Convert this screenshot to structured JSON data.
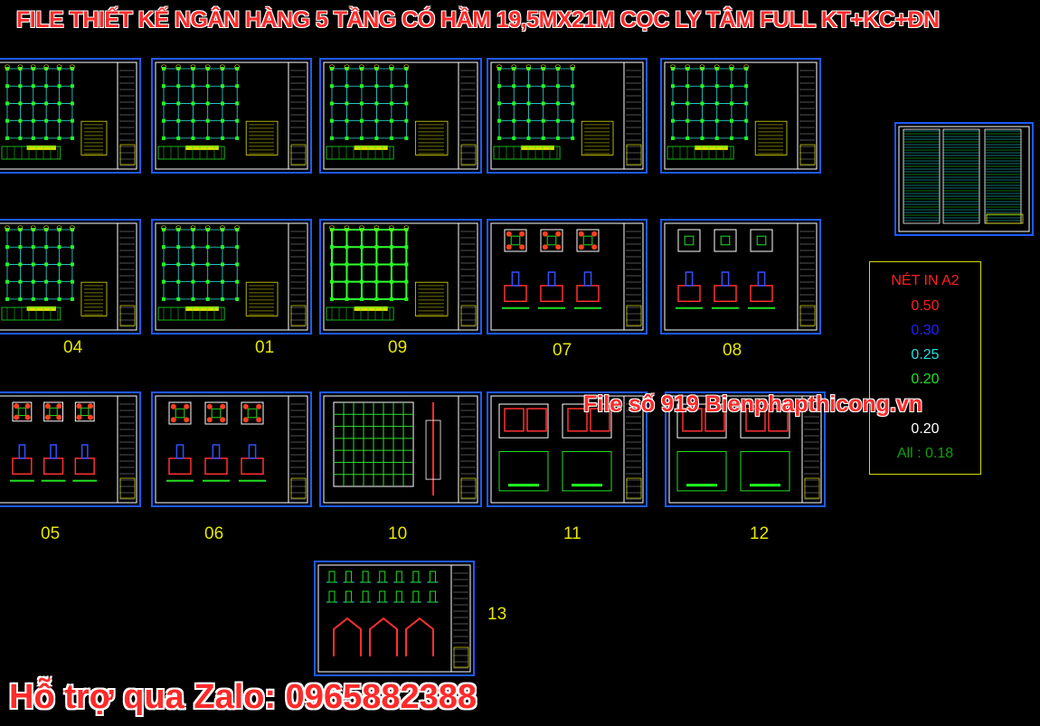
{
  "title": "FILE THIẾT KẾ NGÂN HÀNG 5 TẦNG CÓ HẦM 19,5MX21M CỌC LY TÂM FULL KT+KC+ĐN",
  "sheet_numbers": [
    "04",
    "01",
    "09",
    "07",
    "08",
    "05",
    "06",
    "10",
    "11",
    "12",
    "13"
  ],
  "legend": {
    "header": "NÉT IN A2",
    "rows": [
      {
        "text": "0.50",
        "color": "#ff2020"
      },
      {
        "text": "0.30",
        "color": "#2020ff"
      },
      {
        "text": "0.25",
        "color": "#20e0e0"
      },
      {
        "text": "0.20",
        "color": "#20e020"
      },
      {
        "text": "0.20",
        "color": "#ffffff"
      },
      {
        "text": "All : 0.18",
        "color": "#10a010"
      }
    ],
    "header_color": "#ff2020"
  },
  "watermark": "File số 919  Bienphapthicong.vn",
  "contact": "Hỗ trợ qua Zalo: 0965882388",
  "colors": {
    "background": "#000000",
    "sheet_border": "#1e5aff",
    "number_text": "#e6e600",
    "title_red": "#ff2a2a"
  },
  "sheets": [
    {
      "type": "plan"
    },
    {
      "type": "plan"
    },
    {
      "type": "plan"
    },
    {
      "type": "plan"
    },
    {
      "type": "plan"
    },
    {
      "type": "plan"
    },
    {
      "type": "plan"
    },
    {
      "type": "plan-green"
    },
    {
      "type": "footing"
    },
    {
      "type": "footing2"
    },
    {
      "type": "footing-red"
    },
    {
      "type": "footing-red"
    },
    {
      "type": "slab"
    },
    {
      "type": "beam"
    },
    {
      "type": "beam2"
    },
    {
      "type": "detail"
    }
  ]
}
